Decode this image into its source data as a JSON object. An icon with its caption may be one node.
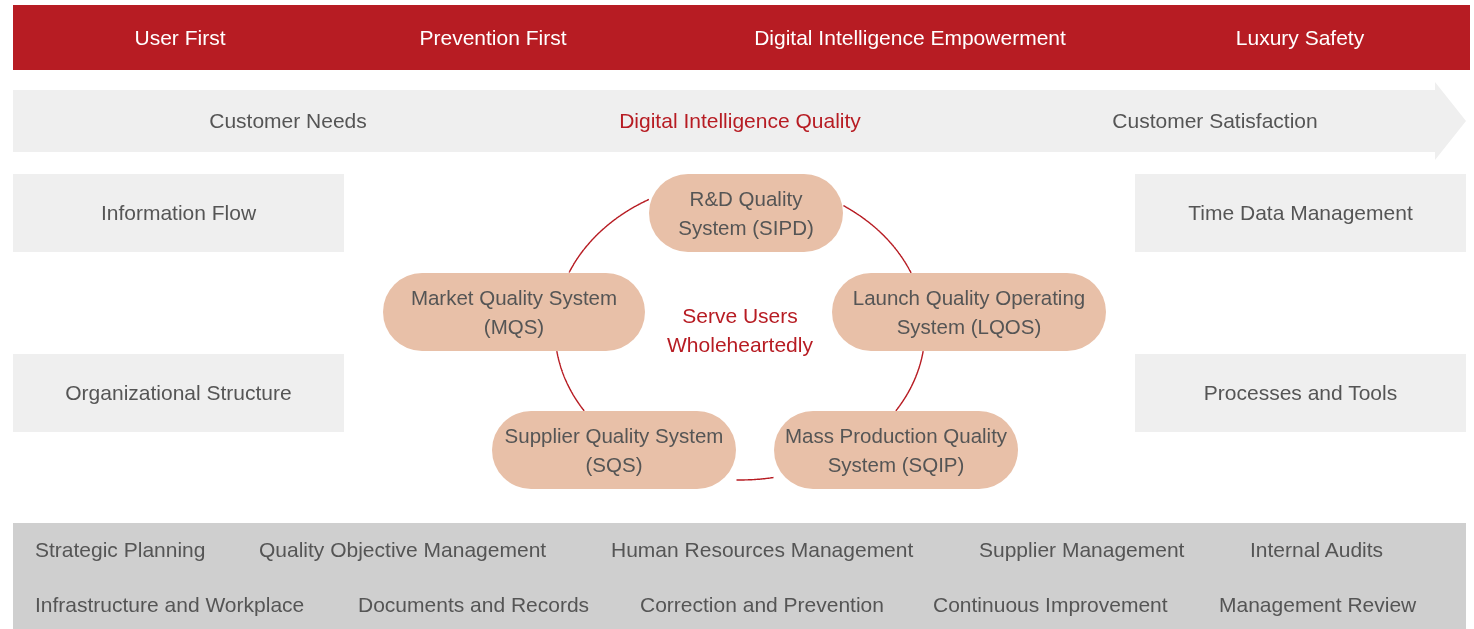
{
  "diagram": {
    "nodes": [
      {
        "text": [
          "User First",
          "Prevention First",
          "Digital Intelligence Empowerment",
          "Luxury Safety"
        ]
      },
      {
        "text": [
          "Customer Needs",
          "Digital Intelligence Quality",
          "Customer Satisfaction"
        ]
      },
      {
        "text": [
          "Information Flow"
        ]
      },
      {
        "text": [
          "R&D Quality System (SIPD)"
        ]
      },
      {
        "text": [
          "Time Data Management"
        ]
      },
      {
        "text": [
          "Market Quality System (MQS)"
        ]
      },
      {
        "text": [
          "Launch Quality Operating System (LQOS)"
        ]
      },
      {
        "text": [
          "Organizational Structure"
        ]
      },
      {
        "text": [
          "Supplier Quality System (SQS)"
        ]
      },
      {
        "text": [
          "Mass Production Quality System (SQIP)"
        ]
      },
      {
        "text": [
          "Processes and Tools"
        ]
      },
      {
        "text": [
          "Strategic Planning",
          "Quality Objective Management",
          "Human Resources Management",
          "Supplier Management",
          "Internal Audits",
          "Infrastructure and Workplace",
          "Documents and Records",
          "Correction and Prevention",
          "Continuous Improvement",
          "Management Review"
        ]
      }
    ],
    "edges": [
      {
        "from": 3,
        "to": 6,
        "arrow": "none"
      },
      {
        "from": 6,
        "to": 9,
        "arrow": "none"
      },
      {
        "from": 9,
        "to": 8,
        "arrow": "none"
      },
      {
        "from": 8,
        "to": 5,
        "arrow": "none"
      },
      {
        "from": 5,
        "to": 3,
        "arrow": "none"
      }
    ],
    "labels": [
      "Serve Users Wholeheartedly"
    ]
  }
}
